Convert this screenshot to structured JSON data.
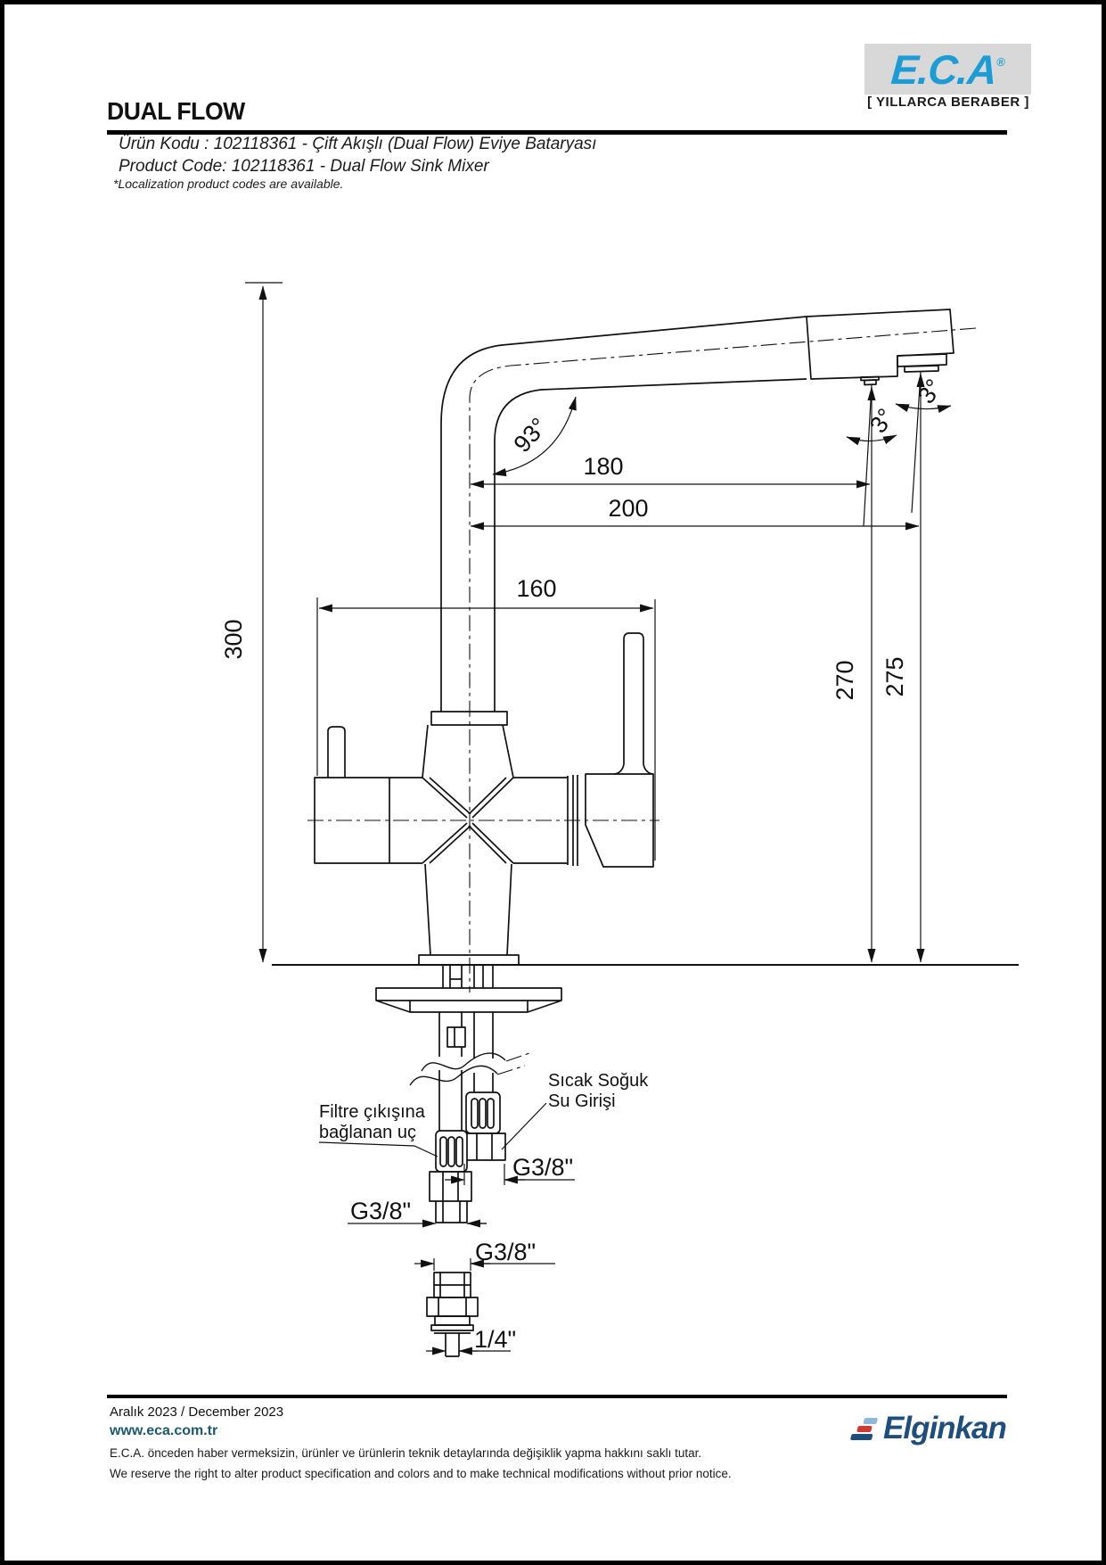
{
  "brand": {
    "eca_logo_text": "E.C.A",
    "eca_registered": "®",
    "eca_tagline": "[ YILLARCA BERABER ]",
    "eca_blue": "#1b9cd4",
    "logo_box_gray": "#d8d8d8"
  },
  "header": {
    "title": "DUAL FLOW",
    "product_code_tr": "Ürün Kodu : 102118361 - Çift Akışlı (Dual Flow) Eviye Bataryası",
    "product_code_en": "Product Code: 102118361 - Dual Flow Sink Mixer",
    "localization_note": "*Localization product codes are available."
  },
  "drawing": {
    "angle_spout": "93°",
    "angle_outlet_left": "3°",
    "angle_outlet_right": "3°",
    "dim_width_180": "180",
    "dim_width_200": "200",
    "dim_width_160": "160",
    "dim_height_300": "300",
    "dim_height_270": "270",
    "dim_height_275": "275",
    "label_filter_line1": "Filtre çıkışına",
    "label_filter_line2": "bağlanan uç",
    "label_inlet_line1": "Sıcak Soğuk",
    "label_inlet_line2": "Su Girişi",
    "thread_inlet": "G3/8\"",
    "thread_filter": "G3/8\"",
    "thread_adapter": "G3/8\"",
    "thread_adapter_outlet": "1/4\""
  },
  "footer": {
    "date": "Aralık 2023 / December 2023",
    "website": "www.eca.com.tr",
    "disclaimer_tr": "E.C.A. önceden haber vermeksizin, ürünler ve ürünlerin teknik detaylarında değişiklik yapma hakkını saklı tutar.",
    "disclaimer_en": "We reserve the right to alter product specification and colors and to make technical modifications without prior notice.",
    "elginkan_logo_text": "Elginkan",
    "elginkan_blue": "#1d4e7e",
    "elginkan_lightblue": "#8fb8d8",
    "elginkan_red": "#d03a30"
  }
}
